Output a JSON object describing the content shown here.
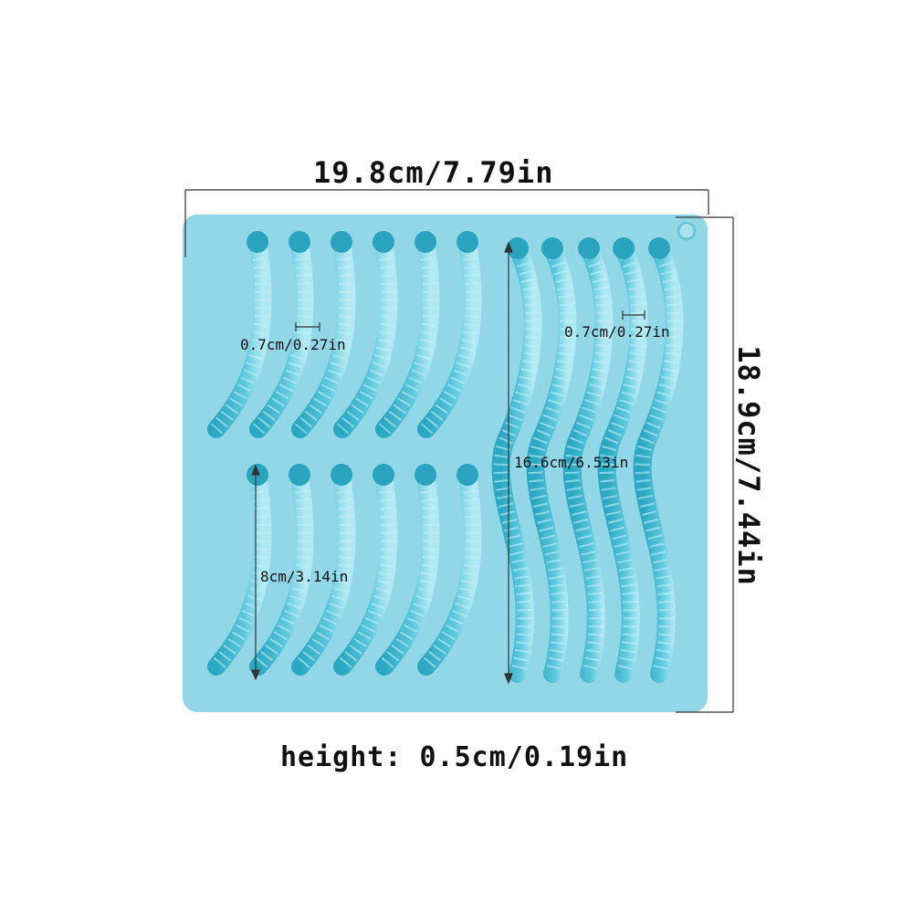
{
  "colors": {
    "mold": "#92d7e7",
    "worm": "#3db5cd",
    "worm_light": "#a6e6f2",
    "line": "#333333"
  },
  "dimensions": {
    "width": "19.8cm/7.79in",
    "depth": "18.9cm/7.44in",
    "worm_width_left": "0.7cm/0.27in",
    "worm_width_right": "0.7cm/0.27in",
    "long_worm_length": "16.6cm/6.53in",
    "short_worm_length": "8cm/3.14in",
    "height": "height: 0.5cm/0.19in"
  }
}
